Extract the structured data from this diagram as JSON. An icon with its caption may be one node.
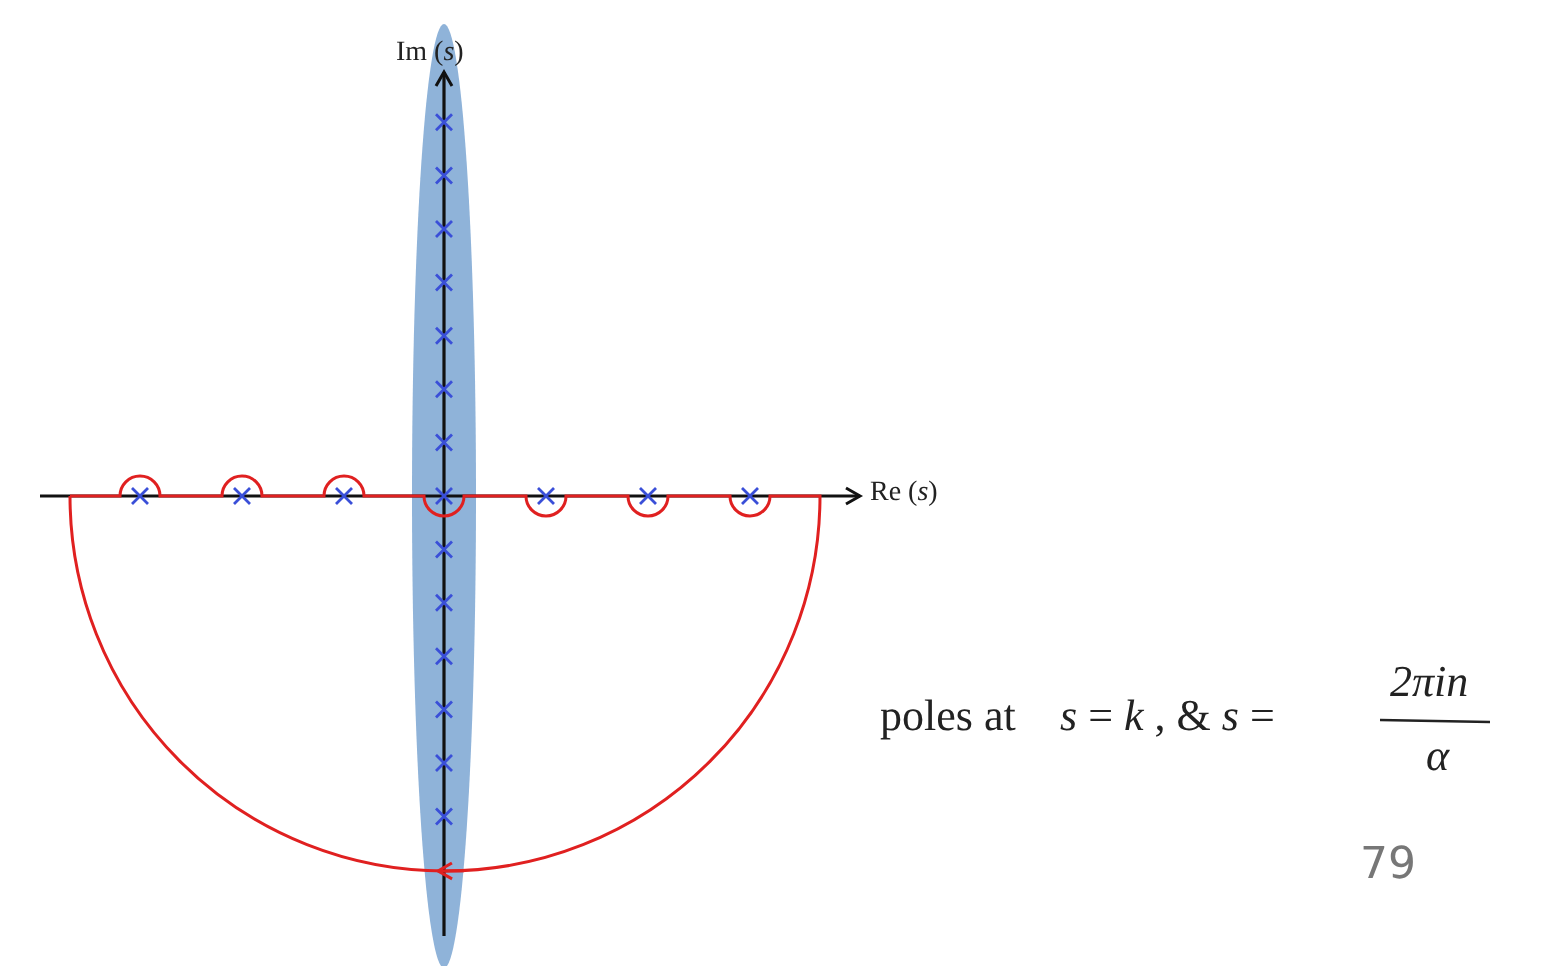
{
  "diagram": {
    "labels": [
      "Im (*s*)",
      "Re (*s*)",
      "poles at",
      "*s* = *k* , & *s* =",
      "2πin",
      "*α*",
      "79"
    ]
  }
}
